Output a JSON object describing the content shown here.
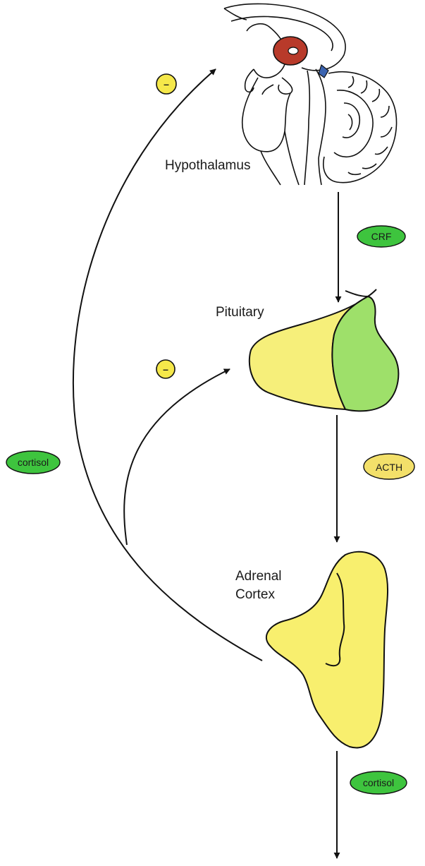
{
  "labels": {
    "hypothalamus": "Hypothalamus",
    "pituitary": "Pituitary",
    "adrenal_line1": "Adrenal",
    "adrenal_line2": "Cortex"
  },
  "hormones": {
    "crf": "CRF",
    "acth": "ACTH",
    "cortisol_feedback": "cortisol",
    "cortisol_output": "cortisol"
  },
  "inhibition_markers": {
    "hypothalamus": "–",
    "pituitary": "–"
  },
  "colors": {
    "green_badge": "#3ec43e",
    "yellow_badge": "#f3e06a",
    "inhibitor": "#f5e84a",
    "pituitary_anterior": "#f6ef7a",
    "pituitary_posterior": "#9ee06a",
    "adrenal": "#f8ef6e",
    "hypothalamus_nucleus": "#b83a2a",
    "pituitary_stalk": "#3a63b0"
  }
}
